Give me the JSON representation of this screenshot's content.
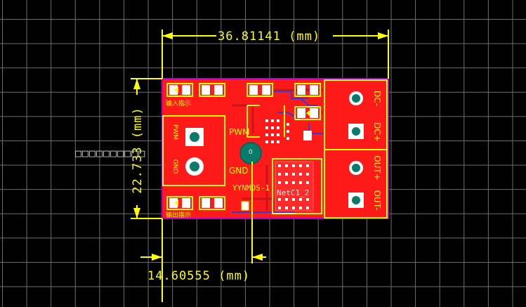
{
  "dimensions": {
    "width_label": "36.81141 (mm)",
    "height_label": "22.733 (mm)",
    "offset_label": "14.60555 (mm)"
  },
  "silkscreen": {
    "input_indicator": "输入指示",
    "output_indicator": "输出指示",
    "pwm": "PWM",
    "gnd": "GND",
    "pwm_vertical": "PWM",
    "gnd_vertical": "GND",
    "part_ref": "YYNMOS-1",
    "net": "NetC1_2",
    "via_label": "0",
    "dc_minus": "DC-",
    "dc_plus": "DC+",
    "out_plus": "OUT+",
    "out_minus": "OUT-"
  },
  "overlay_text": "□□□□□□□□□□",
  "colors": {
    "background": "#000000",
    "grid": "#6f6f6f",
    "board": "#ff1a1a",
    "outline": "#ffff00",
    "board_edge": "#c000c0",
    "pad": "#ffffff",
    "via": "#0a7a6a"
  }
}
